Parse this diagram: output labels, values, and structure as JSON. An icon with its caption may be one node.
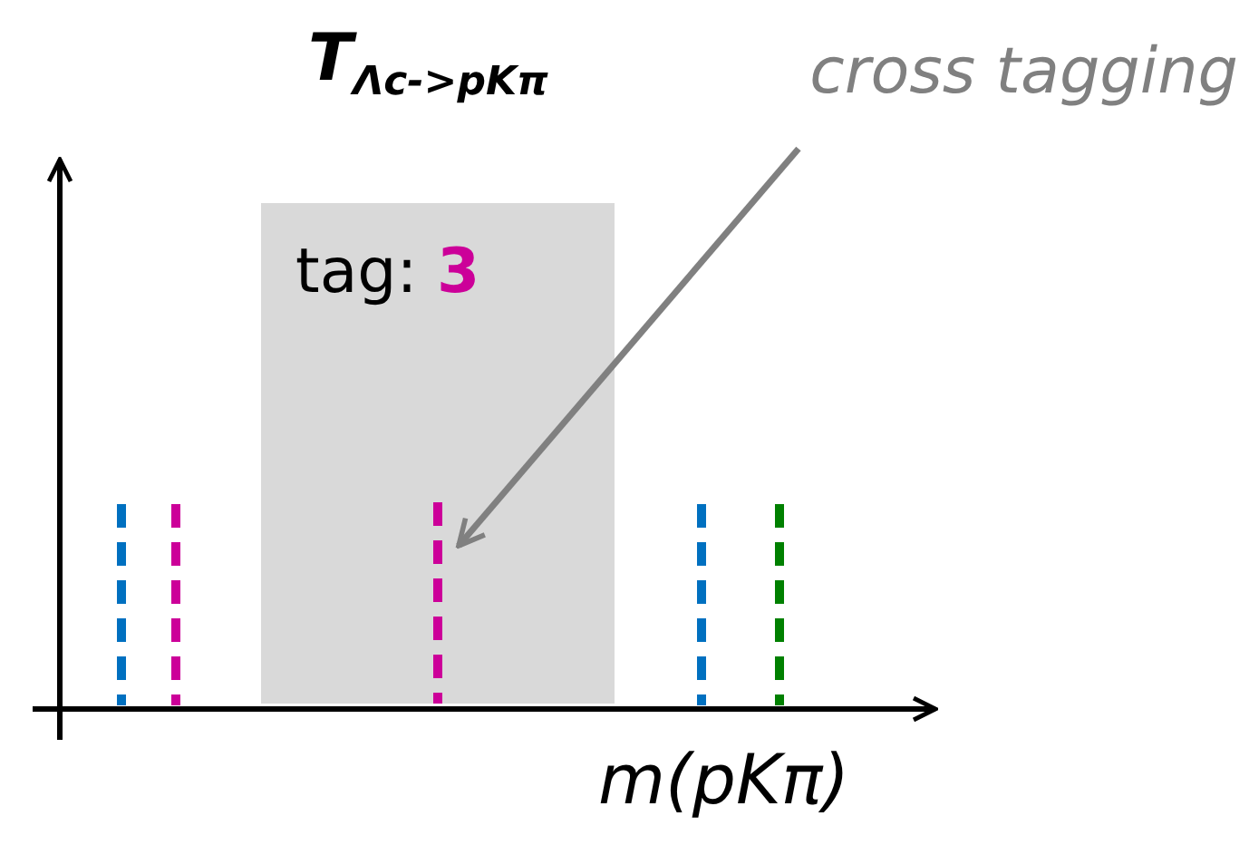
{
  "diagram": {
    "title": "T$_{Λc->pKπ}$",
    "nodes": [
      {
        "text": [
          "cross tagging"
        ]
      },
      {
        "text": [
          "tag: **3**"
        ]
      },
      {
        "text": [],
        "shape": "bar",
        "in": 1
      }
    ],
    "edges": [
      {
        "from": 0,
        "to": 2,
        "arrow": "to",
        "color": "#808080"
      }
    ],
    "labels": [
      "m(pKπ)"
    ]
  }
}
